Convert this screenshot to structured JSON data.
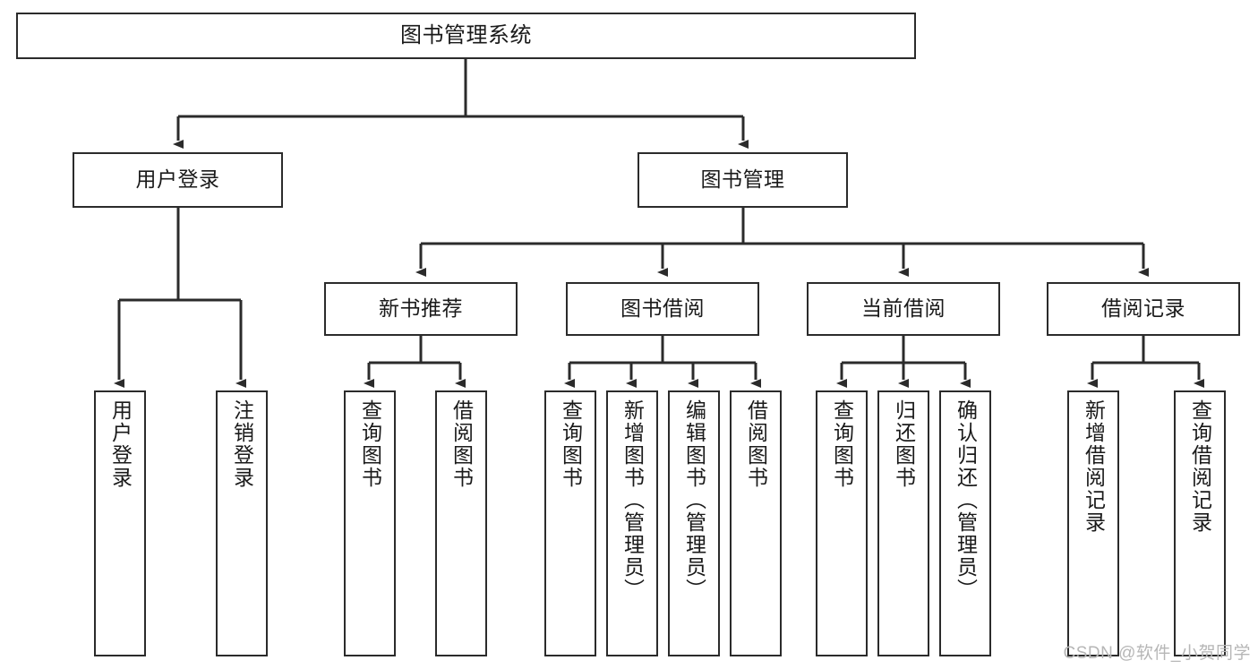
{
  "diagram": {
    "title": "图书管理系统",
    "watermark": "CSDN @软件_小贺同学",
    "edge_color": "#2b2b2b",
    "box_border_color": "#2b2b2b",
    "background_color": "#ffffff",
    "text_color": "#1a1a1a",
    "nodes": {
      "root": {
        "label": "图书管理系统"
      },
      "level2": [
        {
          "label": "用户登录"
        },
        {
          "label": "图书管理"
        }
      ],
      "level3": [
        {
          "label": "新书推荐"
        },
        {
          "label": "图书借阅"
        },
        {
          "label": "当前借阅"
        },
        {
          "label": "借阅记录"
        }
      ],
      "leaves": {
        "user_login": [
          {
            "label": "用户登录"
          },
          {
            "label": "注销登录"
          }
        ],
        "new_book_recommend": [
          {
            "label": "查询图书"
          },
          {
            "label": "借阅图书"
          }
        ],
        "book_borrow": [
          {
            "label": "查询图书"
          },
          {
            "label": "新增图书（管理员）"
          },
          {
            "label": "编辑图书（管理员）"
          },
          {
            "label": "借阅图书"
          }
        ],
        "current_borrow": [
          {
            "label": "查询图书"
          },
          {
            "label": "归还图书"
          },
          {
            "label": "确认归还（管理员）"
          }
        ],
        "borrow_record": [
          {
            "label": "新增借阅记录"
          },
          {
            "label": "查询借阅记录"
          }
        ]
      }
    }
  }
}
